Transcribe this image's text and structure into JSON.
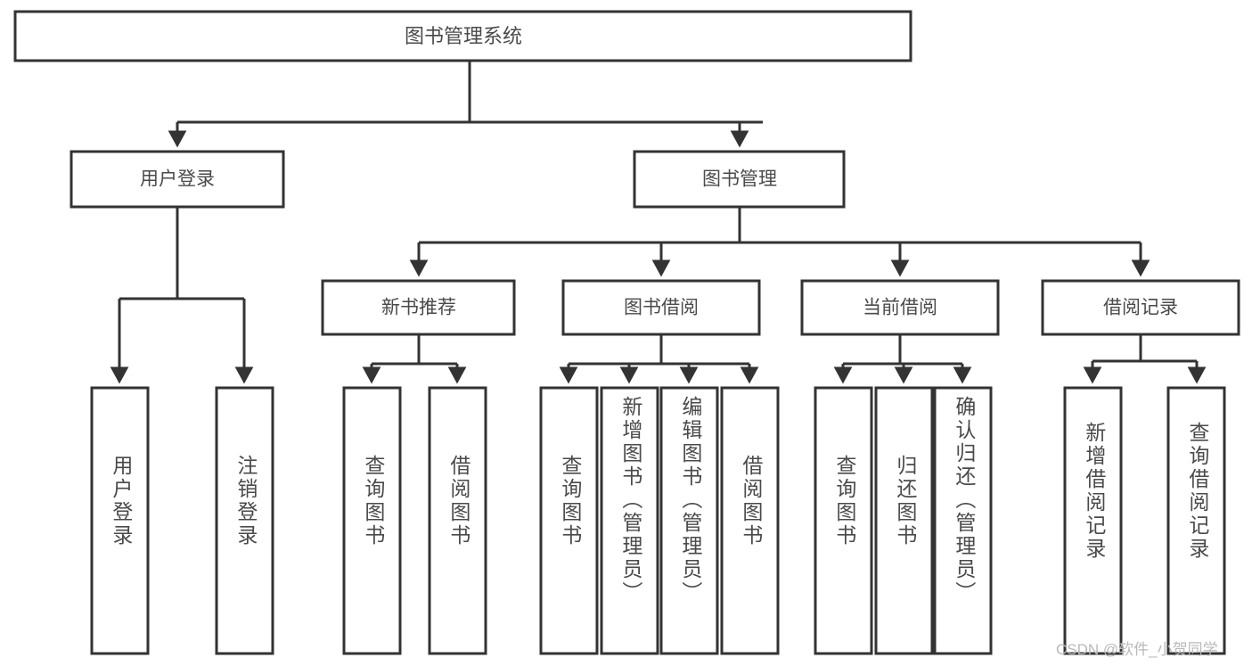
{
  "diagram": {
    "title": "图书管理系统",
    "type": "hierarchy-tree",
    "watermark": "CSDN @软件_小贺同学",
    "colors": {
      "box_stroke": "#333333",
      "box_fill": "#ffffff",
      "text": "#4a4a4a",
      "watermark": "#b9b9b9",
      "background": "#ffffff"
    },
    "levels": [
      {
        "level": 1,
        "nodes": [
          {
            "id": "root",
            "label": "图书管理系统",
            "orientation": "horizontal"
          }
        ]
      },
      {
        "level": 2,
        "nodes": [
          {
            "id": "user-login",
            "label": "用户登录",
            "orientation": "horizontal",
            "parent": "root"
          },
          {
            "id": "book-manage",
            "label": "图书管理",
            "orientation": "horizontal",
            "parent": "root"
          }
        ]
      },
      {
        "level": 3,
        "nodes": [
          {
            "id": "new-book-rec",
            "label": "新书推荐",
            "orientation": "horizontal",
            "parent": "book-manage"
          },
          {
            "id": "book-borrow",
            "label": "图书借阅",
            "orientation": "horizontal",
            "parent": "book-manage"
          },
          {
            "id": "current-borrow",
            "label": "当前借阅",
            "orientation": "horizontal",
            "parent": "book-manage"
          },
          {
            "id": "borrow-record",
            "label": "借阅记录",
            "orientation": "horizontal",
            "parent": "book-manage"
          }
        ]
      },
      {
        "level": 4,
        "nodes": [
          {
            "id": "leaf-1",
            "label": "用户登录",
            "orientation": "vertical",
            "parent": "user-login"
          },
          {
            "id": "leaf-2",
            "label": "注销登录",
            "orientation": "vertical",
            "parent": "user-login"
          },
          {
            "id": "leaf-3",
            "label": "查询图书",
            "orientation": "vertical",
            "parent": "new-book-rec"
          },
          {
            "id": "leaf-4",
            "label": "借阅图书",
            "orientation": "vertical",
            "parent": "new-book-rec"
          },
          {
            "id": "leaf-5",
            "label": "查询图书",
            "orientation": "vertical",
            "parent": "book-borrow"
          },
          {
            "id": "leaf-6",
            "label": "新增图书（管理员）",
            "orientation": "vertical",
            "parent": "book-borrow"
          },
          {
            "id": "leaf-7",
            "label": "编辑图书（管理员）",
            "orientation": "vertical",
            "parent": "book-borrow"
          },
          {
            "id": "leaf-8",
            "label": "借阅图书",
            "orientation": "vertical",
            "parent": "book-borrow"
          },
          {
            "id": "leaf-9",
            "label": "查询图书",
            "orientation": "vertical",
            "parent": "current-borrow"
          },
          {
            "id": "leaf-10",
            "label": "归还图书",
            "orientation": "vertical",
            "parent": "current-borrow"
          },
          {
            "id": "leaf-11",
            "label": "确认归还（管理员）",
            "orientation": "vertical",
            "parent": "current-borrow"
          },
          {
            "id": "leaf-12",
            "label": "新增借阅记录",
            "orientation": "vertical",
            "parent": "borrow-record"
          },
          {
            "id": "leaf-13",
            "label": "查询借阅记录",
            "orientation": "vertical",
            "parent": "borrow-record"
          }
        ]
      }
    ]
  }
}
